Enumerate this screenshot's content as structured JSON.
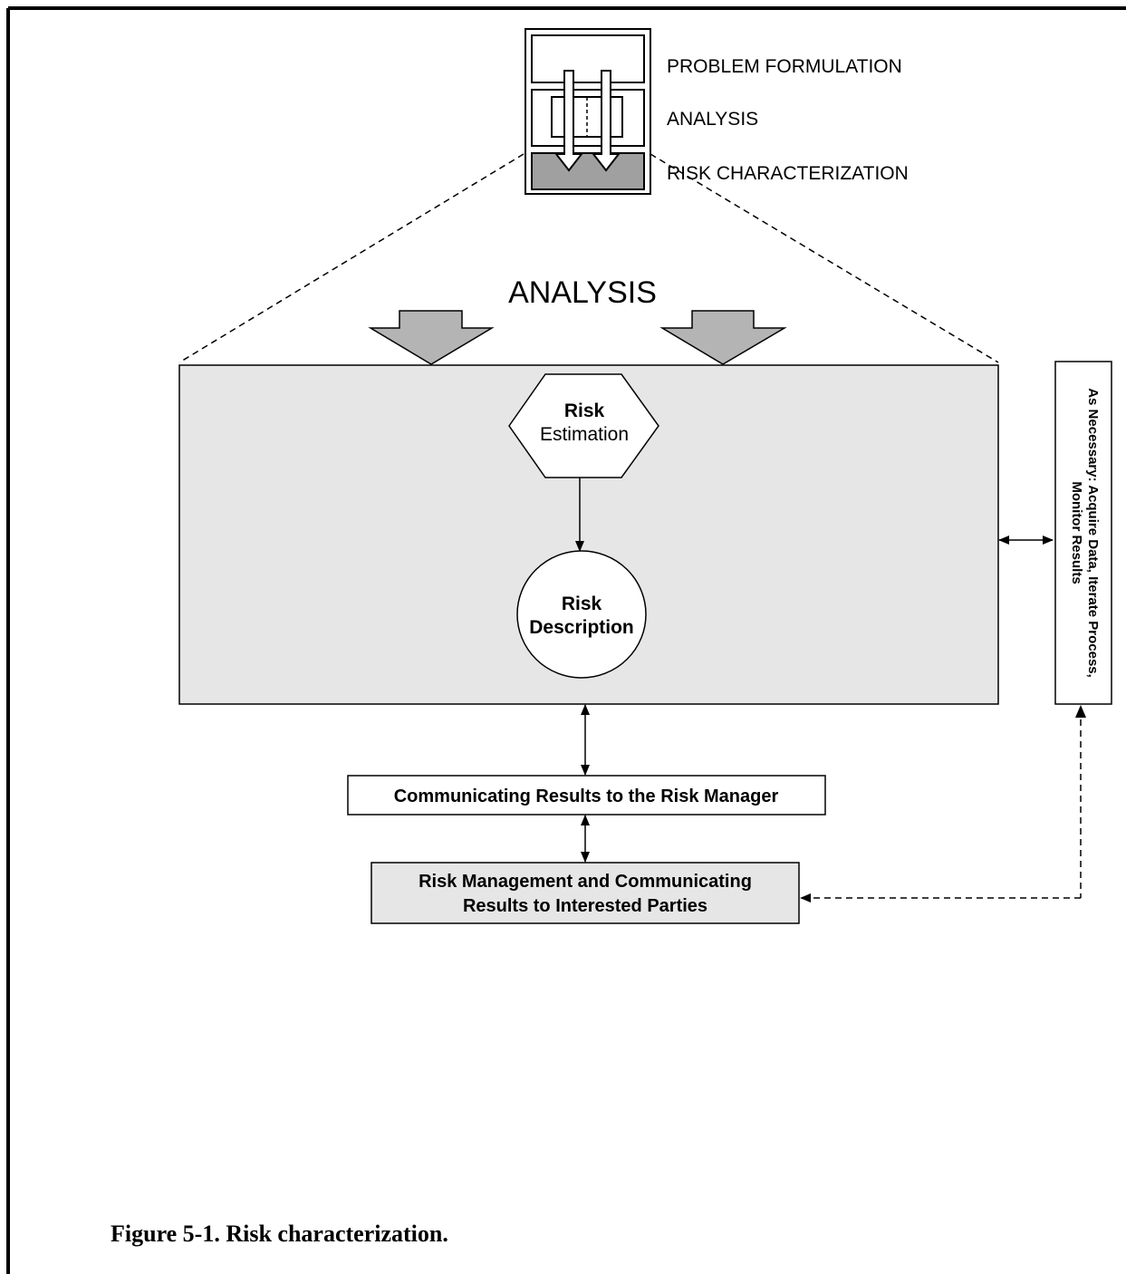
{
  "phases": {
    "problem_formulation": "PROBLEM FORMULATION",
    "analysis": "ANALYSIS",
    "risk_characterization": "RISK CHARACTERIZATION"
  },
  "analysis_title": "ANALYSIS",
  "risk_estimation": {
    "line1": "Risk",
    "line2": "Estimation"
  },
  "risk_description": {
    "line1": "Risk",
    "line2": "Description"
  },
  "side_note": {
    "line1": "As Necessary:  Acquire Data, Iterate Process,",
    "line2": "Monitor Results"
  },
  "communicating_box": "Communicating Results to the Risk Manager",
  "management_box": {
    "line1": "Risk Management and Communicating",
    "line2": "Results to Interested Parties"
  },
  "caption": "Figure 5-1.  Risk characterization.",
  "colors": {
    "panel": "#e6e6e6",
    "arrow_fill": "#b4b4b4",
    "highlight": "#a0a0a0",
    "box_fill": "#e6e6e6"
  }
}
